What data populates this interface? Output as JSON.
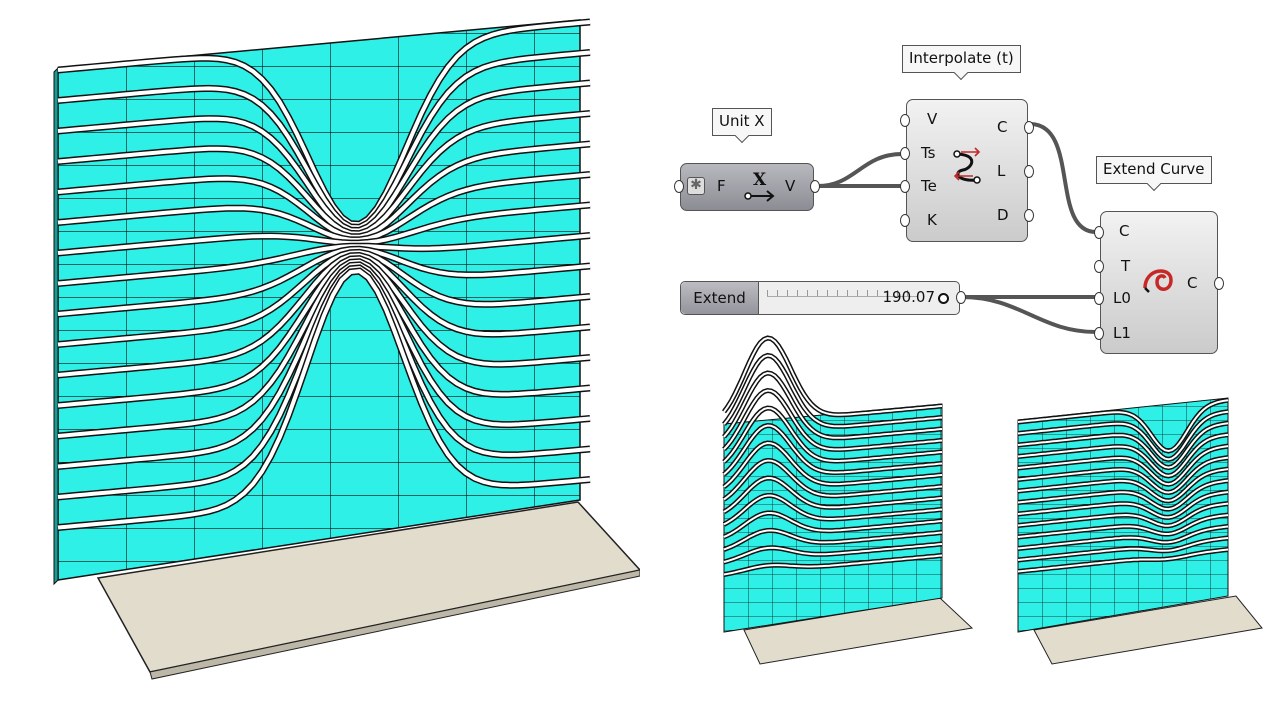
{
  "canvas": {
    "colors": {
      "panel": "#2ff0e6",
      "rib": "#ffffff",
      "ground": "#e2dccd",
      "wire": "#555555"
    }
  },
  "components": {
    "unit_x": {
      "tooltip": "Unit X",
      "input": "F",
      "glyph": "X",
      "output": "V"
    },
    "interpolate": {
      "tooltip": "Interpolate (t)",
      "inputs": [
        "V",
        "Ts",
        "Te",
        "K"
      ],
      "outputs": [
        "C",
        "L",
        "D"
      ]
    },
    "extend_curve": {
      "tooltip": "Extend Curve",
      "inputs": [
        "C",
        "T",
        "L0",
        "L1"
      ],
      "output": "C"
    },
    "slider": {
      "label": "Extend",
      "value": "190.07"
    }
  },
  "views": {
    "main": {
      "icon": "wave-wall-model"
    },
    "preview_left": {
      "icon": "wave-wall-variant-low"
    },
    "preview_right": {
      "icon": "wave-wall-variant-high"
    }
  }
}
